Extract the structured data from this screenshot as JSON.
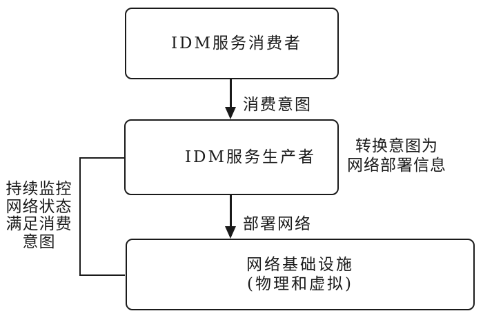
{
  "diagram": {
    "type": "flowchart",
    "background_color": "#ffffff",
    "stroke_color": "#1a1a1a",
    "nodes": {
      "consumer": {
        "label": "IDM服务消费者"
      },
      "producer": {
        "label": "IDM服务生产者"
      },
      "infrastructure": {
        "label_line1": "网络基础设施",
        "label_line2": "(物理和虚拟)"
      }
    },
    "edges": {
      "consumer_to_producer": {
        "label": "消费意图",
        "direction": "down"
      },
      "producer_to_infrastructure": {
        "label": "部署网络",
        "direction": "down"
      },
      "feedback_loop": {
        "label": "持续监控网络状态满足消费意图",
        "direction": "left-side-loop"
      }
    },
    "notes": {
      "right": {
        "line1": "转换意图为",
        "line2": "网络部署信息"
      },
      "left": {
        "line1": "持续监控",
        "line2": "网络状态",
        "line3": "满足消费",
        "line4": "意图"
      }
    }
  }
}
